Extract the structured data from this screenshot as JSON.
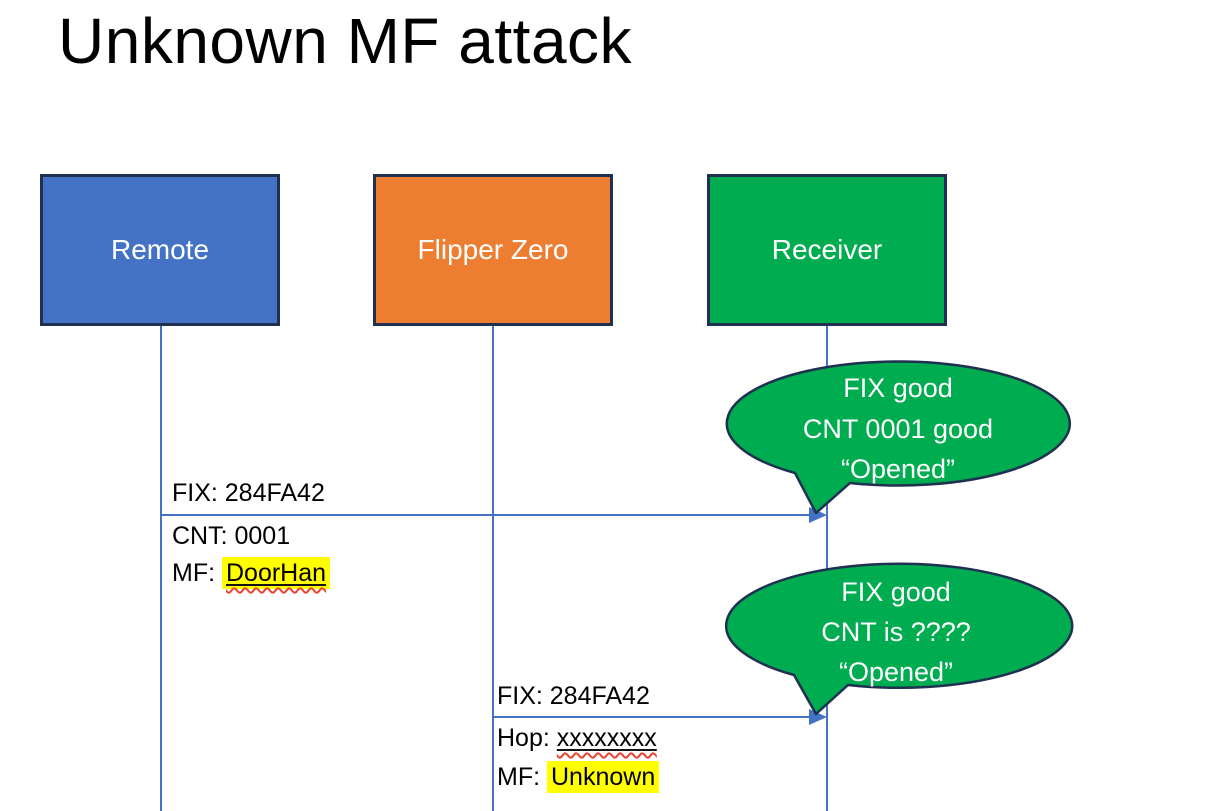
{
  "slide": {
    "title": "Unknown MF attack"
  },
  "actors": [
    {
      "label": "Remote",
      "fill": "#4472C4"
    },
    {
      "label": "Flipper Zero",
      "fill": "#ED7D31"
    },
    {
      "label": "Receiver",
      "fill": "#00AC50"
    }
  ],
  "message1": {
    "from": "Remote",
    "to": "Receiver",
    "line1": "FIX: 284FA42",
    "line2": "CNT: 0001",
    "line3_prefix": "MF: ",
    "line3_value": "DoorHan"
  },
  "message2": {
    "from": "Flipper Zero",
    "to": "Receiver",
    "line1": "FIX: 284FA42",
    "line2_prefix": "Hop: ",
    "line2_value": "xxxxxxxx",
    "line3_prefix": "MF: ",
    "line3_value": "Unknown"
  },
  "callout1": {
    "line1": "FIX good",
    "line2": "CNT 0001 good",
    "line3": "“Opened”"
  },
  "callout2": {
    "line1": "FIX good",
    "line2": "CNT is ????",
    "line3": "“Opened”"
  },
  "colors": {
    "remote_fill": "#4472C4",
    "flipper_fill": "#ED7D31",
    "receiver_fill": "#00AC50",
    "callout_fill": "#00AC50",
    "shape_border": "#1F3050",
    "connector_blue": "#4472C4",
    "highlight_yellow": "#FFFF00",
    "spellcheck_red": "#E8442E",
    "text_dark": "#000000",
    "text_light": "#FFFFFF"
  }
}
